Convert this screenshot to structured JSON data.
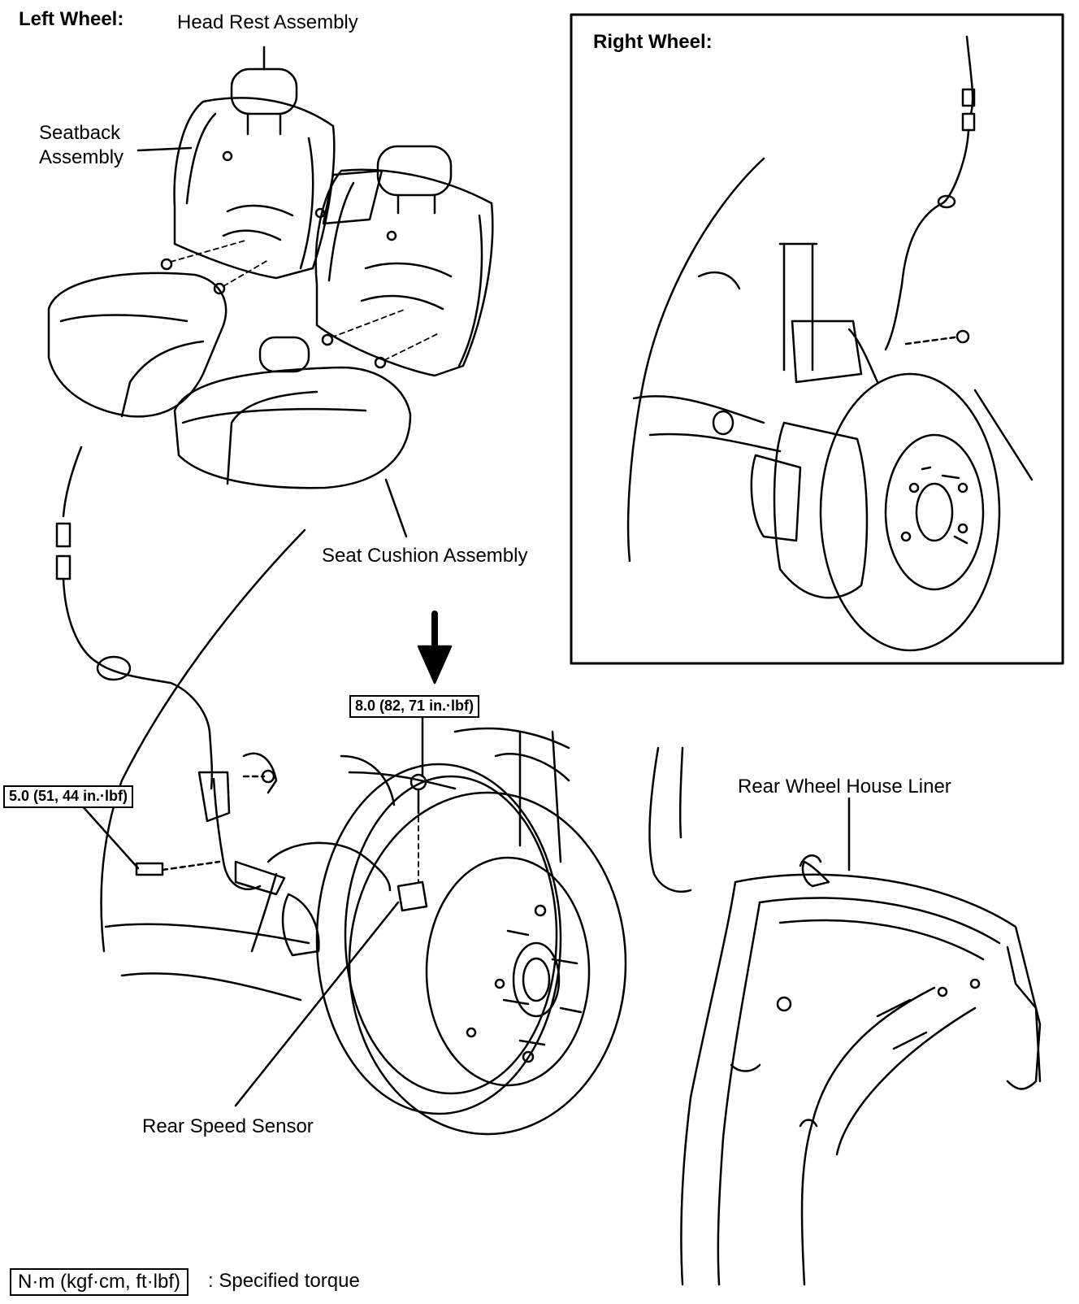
{
  "labels": {
    "left_wheel": "Left Wheel:",
    "right_wheel": "Right Wheel:",
    "head_rest": "Head Rest Assembly",
    "seatback_line1": "Seatback",
    "seatback_line2": "Assembly",
    "seat_cushion": "Seat Cushion Assembly",
    "rear_wheel_house_liner": "Rear Wheel House  Liner",
    "rear_speed_sensor": "Rear Speed Sensor"
  },
  "torques": {
    "upper": "8.0 (82, 71 in.·lbf)",
    "left": "5.0 (51, 44 in.·lbf)"
  },
  "legend": {
    "unit": "N·m (kgf·cm, ft·lbf)",
    "description": ": Specified torque"
  }
}
